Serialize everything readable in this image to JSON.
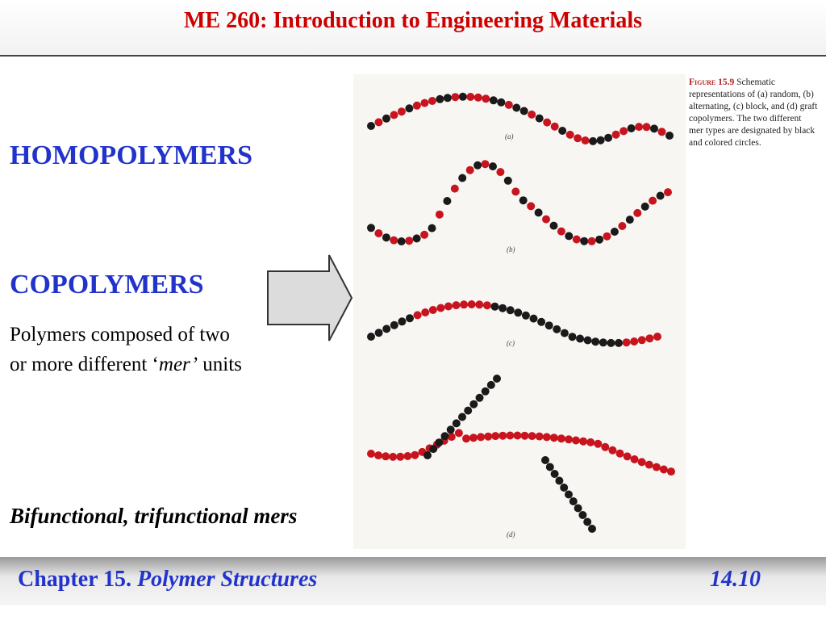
{
  "header": {
    "title": "ME 260: Introduction to Engineering Materials"
  },
  "slide": {
    "homopolymers": "HOMOPOLYMERS",
    "copolymers": "COPOLYMERS",
    "definition_line1": "Polymers composed of two",
    "definition_line2_pre": "or more different ‘",
    "definition_line2_em": "mer’",
    "definition_line2_post": " units",
    "mers_label": "Bifunctional, trifunctional mers"
  },
  "figure": {
    "caption_label": "Figure 15.9",
    "caption_text": "Schematic representations of (a) random, (b) alternating, (c) block, and (d) graft copolymers. The two different mer types are designated by black and colored circles.",
    "sub_labels": [
      "(a)",
      "(b)",
      "(c)",
      "(d)"
    ],
    "colors": {
      "black_mer": "#1a1a1a",
      "colored_mer": "#c8141e"
    }
  },
  "footer": {
    "chapter": "Chapter 15",
    "separator": ". ",
    "subject": "Polymer Structures",
    "page": "14.10"
  }
}
